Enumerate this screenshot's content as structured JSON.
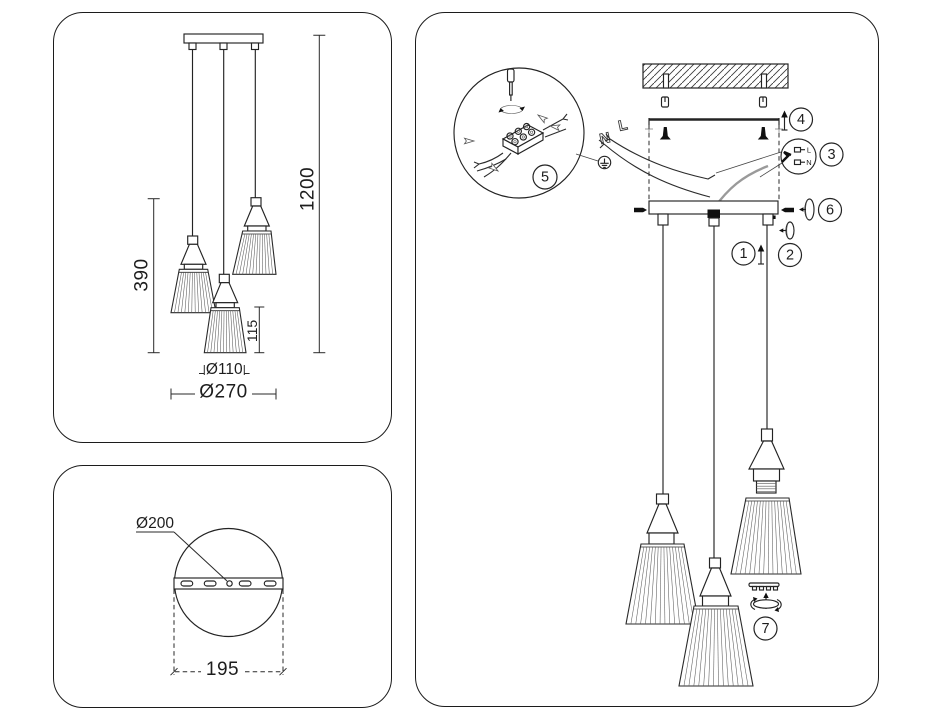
{
  "front_view": {
    "dim_total_height": "1200",
    "dim_shade_drop": "390",
    "dim_shade_height": "115",
    "dim_shade_diameter": "Ø110",
    "dim_fixture_diameter": "Ø270"
  },
  "top_view": {
    "dim_canopy_diameter": "Ø200",
    "dim_mount_spacing": "195"
  },
  "assembly": {
    "wire_neutral": "N",
    "wire_live": "L",
    "detail_live": "L",
    "detail_neutral": "N",
    "callouts": {
      "c1": "1",
      "c2": "2",
      "c3": "3",
      "c4": "4",
      "c5": "5",
      "c6": "6",
      "c7": "7"
    }
  },
  "colors": {
    "line": "#232323",
    "wire_gray": "#9a9a9a",
    "background": "#ffffff"
  }
}
